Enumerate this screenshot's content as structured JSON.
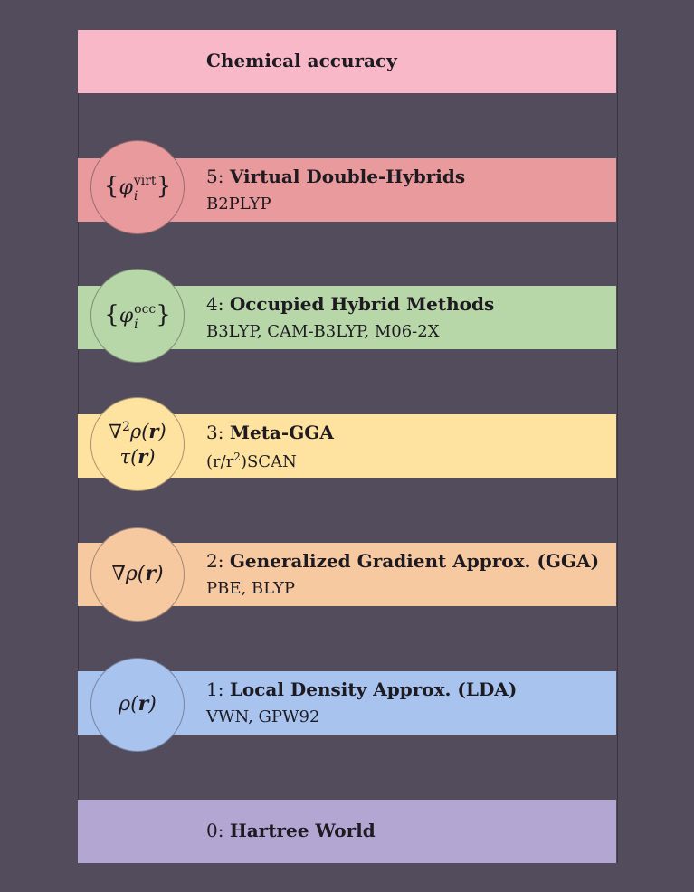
{
  "colors": {
    "background": "#524c5c",
    "chemical": "#f8b8c8",
    "virtual": "#e99a9c",
    "occupied": "#b7d7a8",
    "meta": "#fde39f",
    "gga": "#f6c9a0",
    "lda": "#a8c4ee",
    "hartree": "#b3a6d3"
  },
  "top": {
    "label": "Chemical accuracy"
  },
  "rungs": [
    {
      "num": "5: ",
      "title": "Virtual Double-Hybrids",
      "examples": "B2PLYP"
    },
    {
      "num": "4: ",
      "title": "Occupied Hybrid Methods",
      "examples": "B3LYP, CAM-B3LYP, M06-2X"
    },
    {
      "num": "3: ",
      "title": "Meta-GGA",
      "examples_prefix": "(r/r",
      "examples_sup": "2",
      "examples_suffix": ")SCAN"
    },
    {
      "num": "2: ",
      "title": "Generalized Gradient Approx. (GGA)",
      "examples": "PBE, BLYP"
    },
    {
      "num": "1: ",
      "title": "Local Density Approx. (LDA)",
      "examples": "VWN, GPW92"
    }
  ],
  "bottom": {
    "num": "0: ",
    "title": "Hartree World"
  },
  "circles": {
    "virtual_sup": "virt",
    "occupied_sup": "occ",
    "orbital_sub": "i"
  }
}
